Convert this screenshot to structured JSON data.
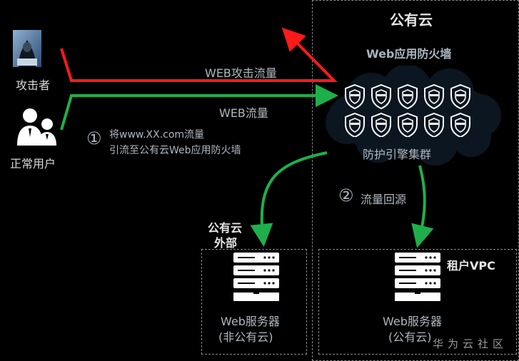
{
  "cloud_region": {
    "title": "公有云"
  },
  "waf": {
    "title": "Web应用防火墙",
    "engine_label": "防护引擎集群",
    "shield_count": 10
  },
  "actors": {
    "attacker": {
      "label": "攻击者",
      "icon": "hacker-avatar-icon"
    },
    "user": {
      "label": "正常用户",
      "icon": "users-icon"
    }
  },
  "flows": {
    "attack": {
      "label": "WEB攻击流量",
      "color": "#ff1a1a"
    },
    "normal": {
      "label": "WEB流量",
      "color": "#1db04a"
    }
  },
  "steps": {
    "step1": {
      "number": "①",
      "line1": "将www.XX.com流量",
      "line2": "引流至公有云Web应用防火墙"
    },
    "step2": {
      "number": "②",
      "text": "流量回源"
    }
  },
  "servers": {
    "external": {
      "zone_line1": "公有云",
      "zone_line2": "外部",
      "name": "Web服务器",
      "sub": "(非公有云)"
    },
    "tenant": {
      "zone": "租户VPC",
      "name": "Web服务器",
      "sub": "(公有云)"
    }
  },
  "watermark": "华为云社区"
}
